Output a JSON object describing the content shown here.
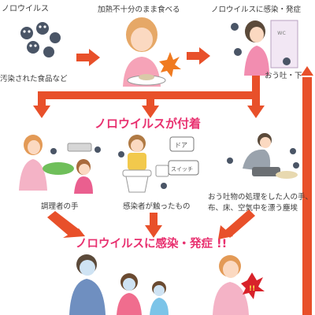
{
  "top_row": {
    "step1_title": "ノロウイルス",
    "step1_caption": "汚染された食品など",
    "step2_title": "加熱不十分のまま食べる",
    "step3_title": "ノロウイルスに感染・発症",
    "step3_caption": "おう吐・下"
  },
  "middle_heading": "ノロウイルスが付着",
  "middle_row": {
    "cook_caption": "調理者の手",
    "patient_caption": "感染者が触ったもの",
    "cleanup_caption_1": "おう吐物の処理をした人の手、",
    "cleanup_caption_2": "布、床、空気中を漂う塵埃",
    "sign_door": "ドア",
    "sign_switch": "スイッチ",
    "sign_wc": "wc"
  },
  "bottom_heading": "ノロウイルスに感染・発症 !!",
  "colors": {
    "arrow": "#e8502a",
    "heading": "#e8306f",
    "virus": "#4a5566",
    "right_edge_bar": "#e8502a"
  }
}
